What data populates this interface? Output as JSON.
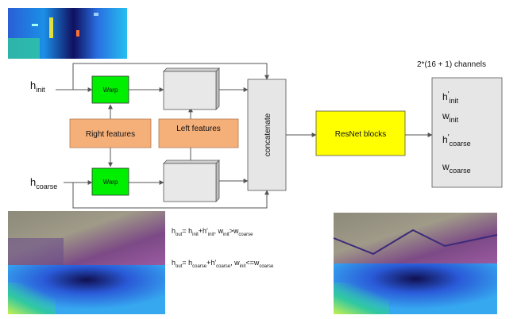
{
  "inputs": {
    "h_init": {
      "base": "h",
      "sub": "init"
    },
    "h_coarse": {
      "base": "h",
      "sub": "coarse"
    }
  },
  "blocks": {
    "warp_top": "Warp",
    "warp_bottom": "Warp",
    "right_features": "Right features",
    "left_features": "Left features",
    "concatenate": "concatenate",
    "resnet": "ResNet blocks"
  },
  "channels_label": "2*(16 + 1) channels",
  "outputs": [
    {
      "base": "h",
      "prime": "'",
      "sub": "init"
    },
    {
      "base": "w",
      "prime": "",
      "sub": "init"
    },
    {
      "base": "h",
      "prime": "'",
      "sub": "coarse"
    },
    {
      "base": "w",
      "prime": "",
      "sub": "coarse"
    }
  ],
  "equations": {
    "eq1": {
      "lhs_base": "h",
      "lhs_sub": "out",
      "mid": "= h",
      "mid_sub": "init",
      "plus": "+h'",
      "plus_sub": "init",
      "cond": ", w",
      "cond_sub": "init",
      "op": ">w",
      "op_sub": "coarse"
    },
    "eq2": {
      "lhs_base": "h",
      "lhs_sub": "out",
      "mid": "= h",
      "mid_sub": "coarse",
      "plus": "+h'",
      "plus_sub": "coarse",
      "cond": ", w",
      "cond_sub": "init",
      "op": "<=w",
      "op_sub": "coarse"
    }
  },
  "colors": {
    "warp": "#00ee00",
    "features": "#f5b07a",
    "resnet": "#ffff00",
    "box_gray": "#e6e6e6",
    "arrow": "#555555"
  }
}
